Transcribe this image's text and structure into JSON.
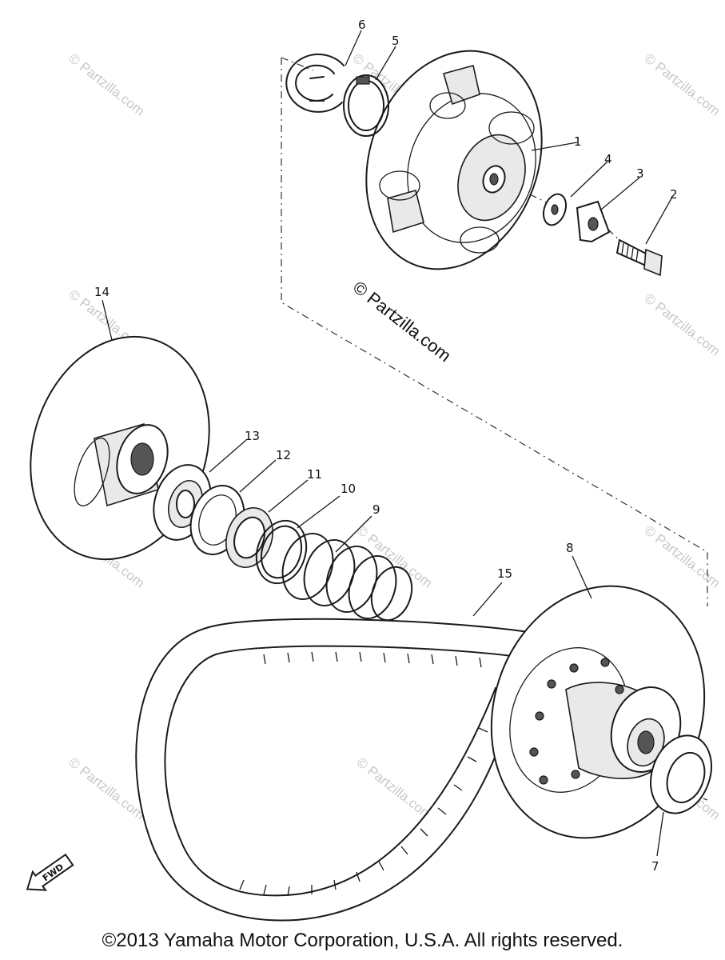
{
  "watermark": {
    "text": "© Partzilla.com",
    "main_text": "© Partzilla.com"
  },
  "part_numbers": {
    "p1": "1",
    "p2": "2",
    "p3": "3",
    "p4": "4",
    "p5": "5",
    "p6": "6",
    "p7": "7",
    "p8": "8",
    "p9": "9",
    "p10": "10",
    "p11": "11",
    "p12": "12",
    "p13": "13",
    "p14": "14",
    "p15": "15"
  },
  "fwd_label": "FWD",
  "copyright": "©2013 Yamaha Motor Corporation, U.S.A. All rights reserved."
}
